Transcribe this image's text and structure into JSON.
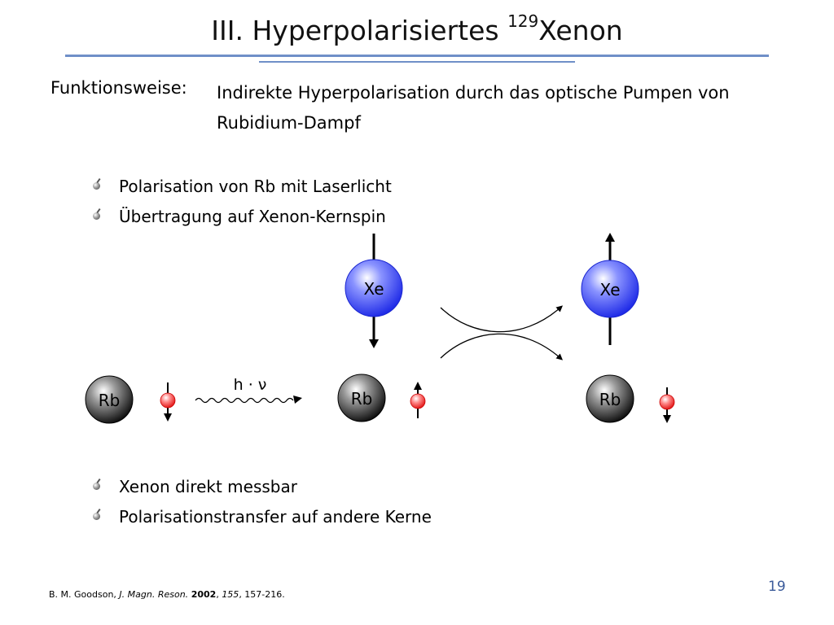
{
  "title": {
    "prefix": "III. Hyperpolarisiertes ",
    "superscript": "129",
    "suffix": "Xenon"
  },
  "function": {
    "label": "Funktionsweise:",
    "line1": "Indirekte Hyperpolarisation durch das optische Pumpen von",
    "line2": "Rubidium-Dampf"
  },
  "bullets_top": [
    "Polarisation von Rb mit Laserlicht",
    "Übertragung auf Xenon-Kernspin"
  ],
  "diagram": {
    "xe_label": "Xe",
    "rb_label": "Rb",
    "photon_label": "h · ν",
    "colors": {
      "xe": "#2233ee",
      "rb": "#111111",
      "spin": "#ee2222"
    }
  },
  "bullets_bottom": [
    "Xenon direkt messbar",
    "Polarisationstransfer auf andere Kerne"
  ],
  "reference": {
    "authors": "B. M. Goodson, ",
    "journal": "J. Magn. Reson.",
    "year": "2002",
    "volume": "155",
    "pages": ", 157-216."
  },
  "page_number": "19"
}
